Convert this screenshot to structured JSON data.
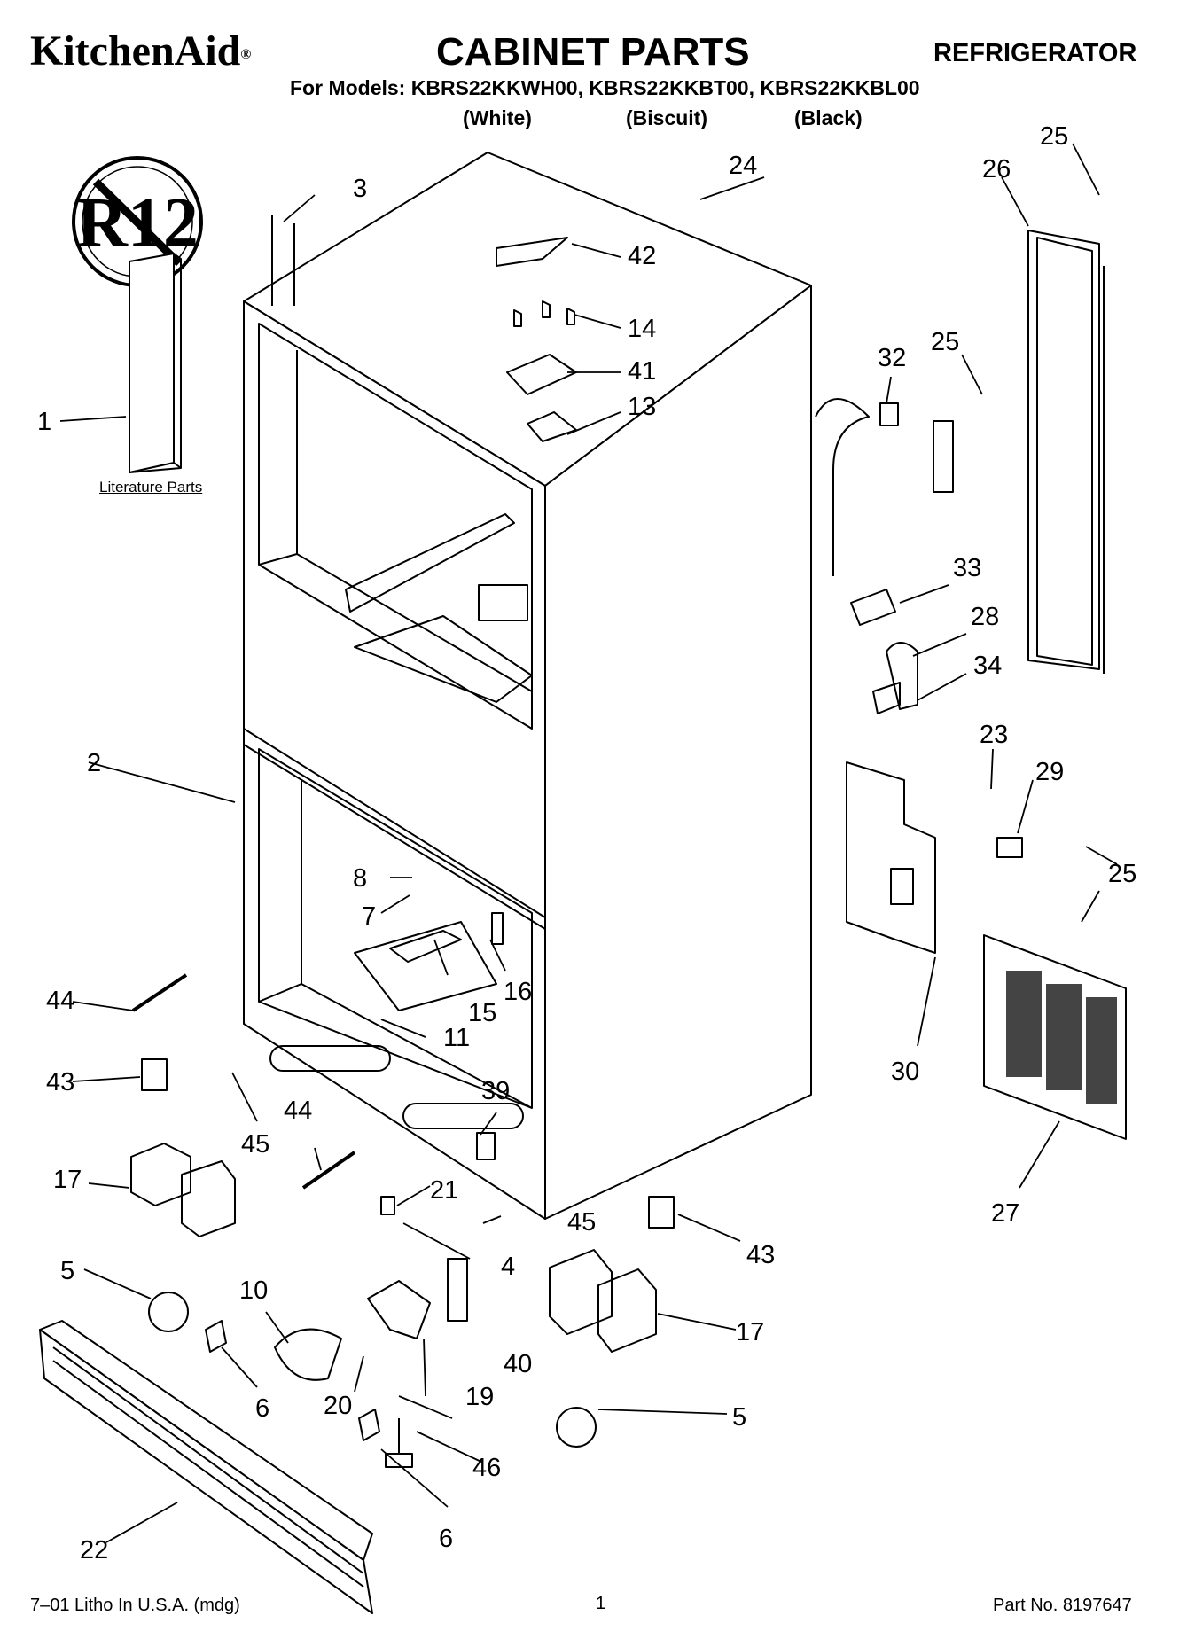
{
  "header": {
    "brand": "KitchenAid",
    "brand_mark": "®",
    "title": "CABINET PARTS",
    "category": "REFRIGERATOR",
    "models": "For Models: KBRS22KKWH00, KBRS22KKBT00, KBRS22KKBL00",
    "variants": [
      "(White)",
      "(Biscuit)",
      "(Black)"
    ]
  },
  "badge": {
    "text": "R12",
    "icon": "no-r12-refrigerant-icon"
  },
  "literature_label": "Literature Parts",
  "callouts": [
    "1",
    "2",
    "3",
    "4",
    "5",
    "5",
    "6",
    "6",
    "7",
    "8",
    "10",
    "11",
    "13",
    "14",
    "15",
    "16",
    "17",
    "17",
    "19",
    "20",
    "21",
    "22",
    "23",
    "24",
    "25",
    "25",
    "25",
    "25",
    "26",
    "27",
    "28",
    "29",
    "30",
    "32",
    "33",
    "34",
    "39",
    "40",
    "41",
    "42",
    "43",
    "43",
    "44",
    "44",
    "45",
    "45",
    "46"
  ],
  "footer": {
    "left": "7–01 Litho In U.S.A. (mdg)",
    "page": "1",
    "right": "Part No. 8197647"
  }
}
